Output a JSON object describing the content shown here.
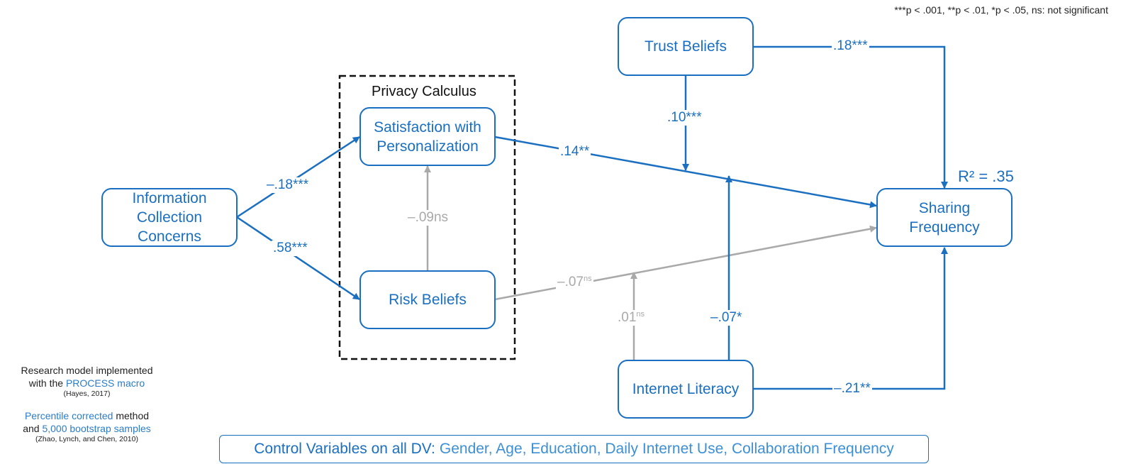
{
  "legend": "***p < .001, **p < .01, *p < .05, ns: not significant",
  "frame": {
    "title": "Privacy Calculus"
  },
  "nodes": {
    "info": [
      "Information",
      "Collection",
      "Concerns"
    ],
    "satisfaction": [
      "Satisfaction with",
      "Personalization"
    ],
    "risk": "Risk Beliefs",
    "trust": "Trust Beliefs",
    "internet": "Internet Literacy",
    "sharing": [
      "Sharing",
      "Frequency"
    ]
  },
  "r_squared": "R² = .35",
  "paths": {
    "info_satisfaction": "–.18***",
    "info_risk": ".58***",
    "risk_satisfaction": "–.09ns",
    "satisfaction_sharing": ".14**",
    "risk_sharing": {
      "value": "–.07",
      "sig": "ns"
    },
    "trust_sharing": ".18***",
    "trust_moderation": ".10***",
    "internet_mod_risk": {
      "value": ".01",
      "sig": "ns"
    },
    "internet_mod_satisfaction": "–.07*",
    "internet_sharing": "–.21**"
  },
  "notes": {
    "line1": "Research model implemented",
    "line2_prefix": "with the",
    "line2_link": "PROCESS macro",
    "line3": "(Hayes, 2017)",
    "line4_link": "Percentile corrected",
    "line4_suffix": "method",
    "line5_prefix": "and",
    "line5_link": "5,000 bootstrap samples",
    "line6": "(Zhao, Lynch, and Chen, 2010)"
  },
  "control": {
    "label": "Control Variables on all DV:",
    "values": "Gender, Age, Education, Daily Internet Use, Collaboration Frequency"
  },
  "colors": {
    "primary": "#1a6fc1",
    "grey": "#a9a9a9",
    "text": "#222222"
  }
}
